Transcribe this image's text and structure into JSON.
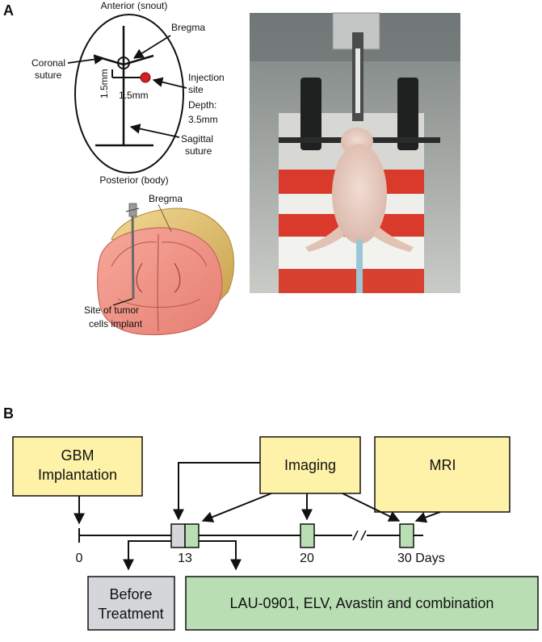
{
  "panel_a": {
    "letter": "A",
    "anterior": "Anterior (snout)",
    "posterior": "Posterior (body)",
    "bregma": "Bregma",
    "coronal": [
      "Coronal",
      "suture"
    ],
    "sagittal": [
      "Sagittal",
      "suture"
    ],
    "injection": [
      "Injection",
      "site",
      "Depth:",
      "3.5mm"
    ],
    "dist_vertical": "1.5mm",
    "dist_horizontal": "1.5mm",
    "brain_bregma": "Bregma",
    "implant": [
      "Site of tumor",
      "cells implant"
    ]
  },
  "panel_b": {
    "letter": "B",
    "gbm": [
      "GBM",
      "Implantation"
    ],
    "imaging": "Imaging",
    "mri": "MRI",
    "before": [
      "Before",
      "Treatment"
    ],
    "treatment": "LAU-0901, ELV, Avastin and combination",
    "tick_0": "0",
    "tick_13": "13",
    "tick_20": "20",
    "tick_30": "30 Days"
  },
  "colors": {
    "yellow_box": "#fdf2a8",
    "grey_box": "#d4d6da",
    "green_box": "#b9deb3",
    "injection_dot": "#d42020",
    "brain_tissue": "#f0968a",
    "skull": "#e9c777"
  }
}
